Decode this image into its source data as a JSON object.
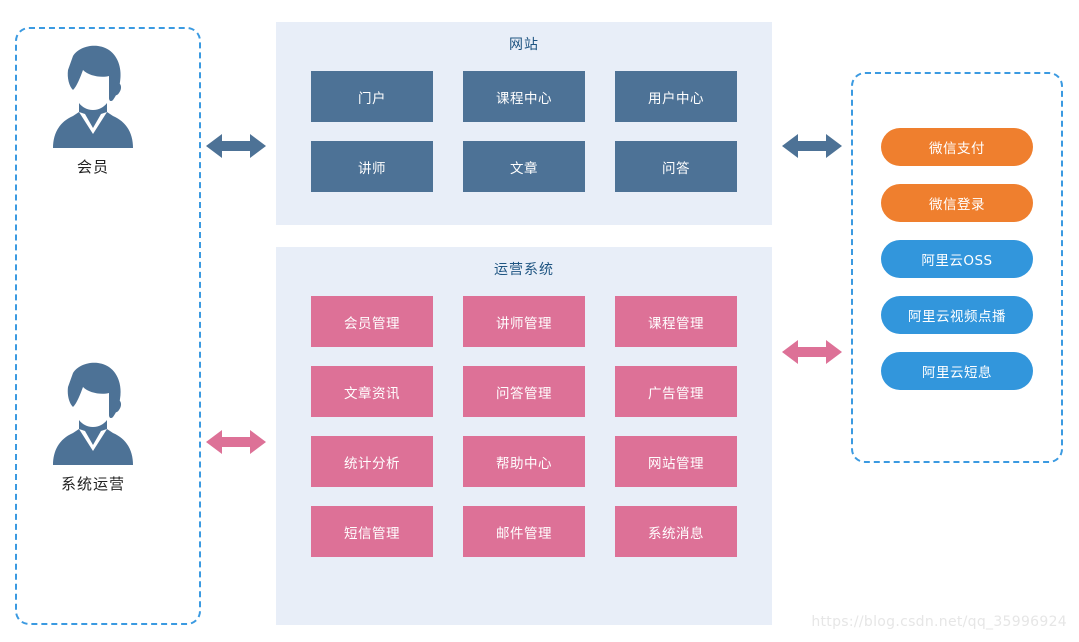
{
  "actors": {
    "items": [
      {
        "id": "member",
        "label": "会员",
        "icon": "user-avatar-icon"
      },
      {
        "id": "operations",
        "label": "系统运营",
        "icon": "user-avatar-icon"
      }
    ]
  },
  "panels": [
    {
      "id": "website",
      "title": "网站",
      "tile_color": "#4d7296",
      "tiles": [
        "门户",
        "课程中心",
        "用户中心",
        "讲师",
        "文章",
        "问答"
      ]
    },
    {
      "id": "operations-system",
      "title": "运营系统",
      "tile_color": "#dd7197",
      "tiles": [
        "会员管理",
        "讲师管理",
        "课程管理",
        "文章资讯",
        "问答管理",
        "广告管理",
        "统计分析",
        "帮助中心",
        "网站管理",
        "短信管理",
        "邮件管理",
        "系统消息"
      ]
    }
  ],
  "third_party": {
    "pills": [
      {
        "label": "微信支付",
        "color": "#ef7f2e"
      },
      {
        "label": "微信登录",
        "color": "#ef7f2e"
      },
      {
        "label": "阿里云OSS",
        "color": "#3296dc"
      },
      {
        "label": "阿里云视频点播",
        "color": "#3296dc"
      },
      {
        "label": "阿里云短息",
        "color": "#3296dc"
      }
    ]
  },
  "connectors": [
    {
      "id": "member-to-website",
      "color": "#4d7296",
      "direction": "bidirectional"
    },
    {
      "id": "website-to-third-party",
      "color": "#4d7296",
      "direction": "bidirectional"
    },
    {
      "id": "operations-to-third-party",
      "color": "#dd7197",
      "direction": "bidirectional"
    },
    {
      "id": "operations-to-system",
      "color": "#dd7197",
      "direction": "bidirectional"
    }
  ],
  "colors": {
    "panel_background": "#e8eef8",
    "panel_title": "#1f5582",
    "dashed_border": "#3b9ae1",
    "avatar": "#4d7296"
  },
  "watermark": "https://blog.csdn.net/qq_35996924"
}
